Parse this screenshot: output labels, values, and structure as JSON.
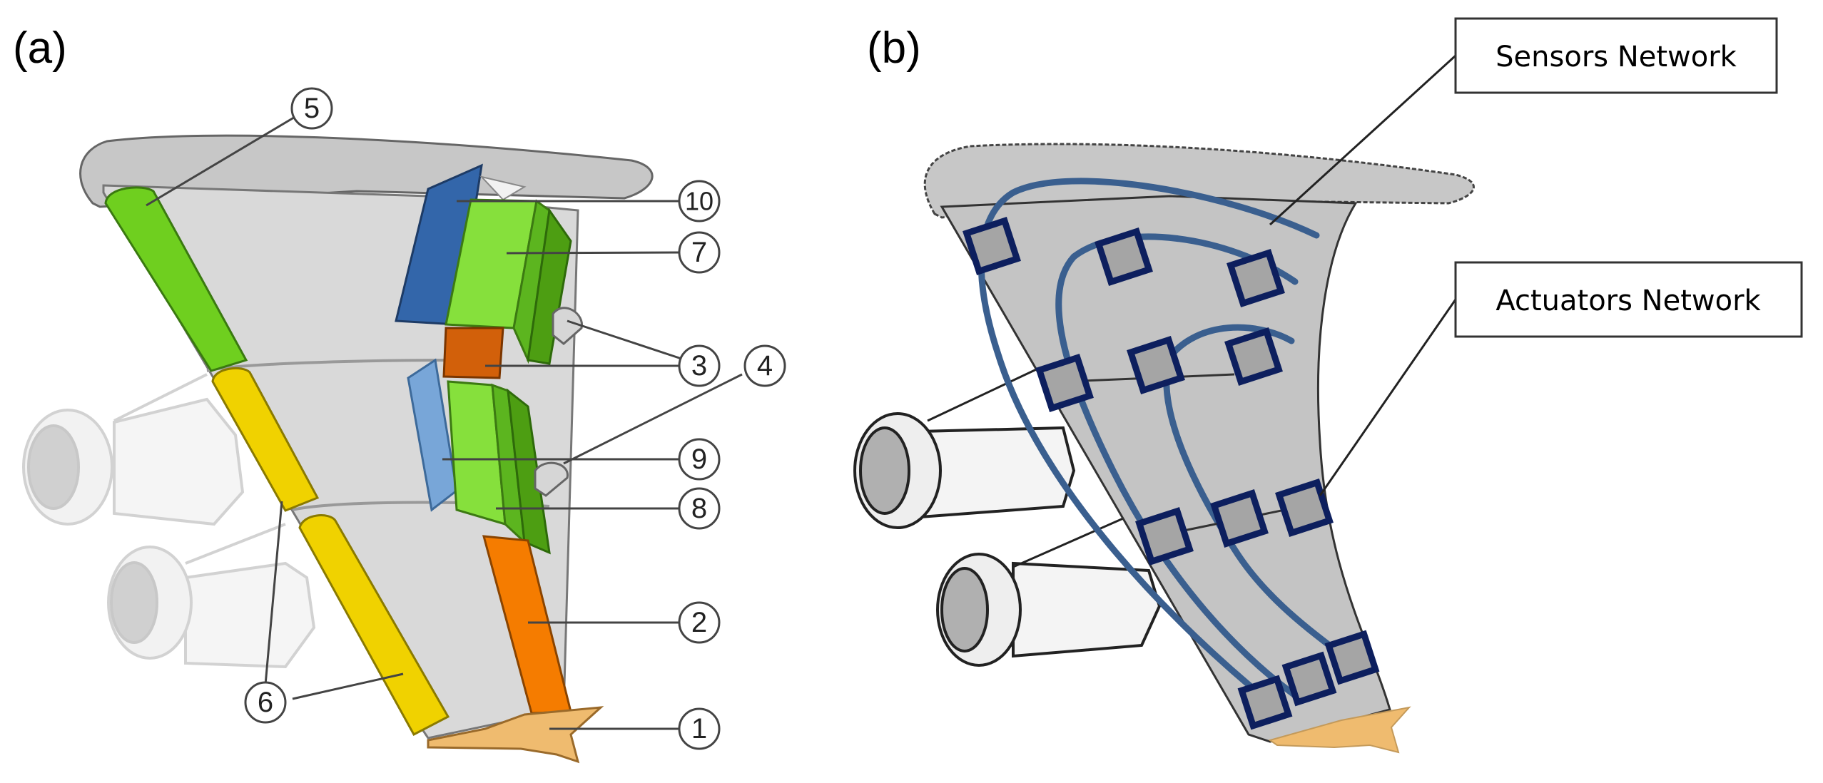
{
  "panels": [
    {
      "label": "(a)"
    },
    {
      "label": "(b)"
    }
  ],
  "callouts": [
    "1",
    "2",
    "3",
    "4",
    "5",
    "6",
    "7",
    "8",
    "9",
    "10"
  ],
  "networks": {
    "sensors_label": "Sensors Network",
    "actuators_label": "Actuators Network"
  },
  "colors": {
    "wing_gray": "#d6d6d6",
    "wingtip_gray": "#c7c7c7",
    "slat_green": "#6fcf1f",
    "flap_green": "#86e03c",
    "flap_green_dark": "#4d9e12",
    "slat_yellow": "#f0d200",
    "aileron_orange": "#f57c00",
    "tab_orange": "#d2600a",
    "spoiler_blue_dark": "#3366aa",
    "spoiler_blue_light": "#78a6d8",
    "tip_tan": "#efbb6f",
    "network_line": "#3a5f8f",
    "actuator_border": "#0d1f5e",
    "actuator_fill": "#a5a5a5"
  }
}
